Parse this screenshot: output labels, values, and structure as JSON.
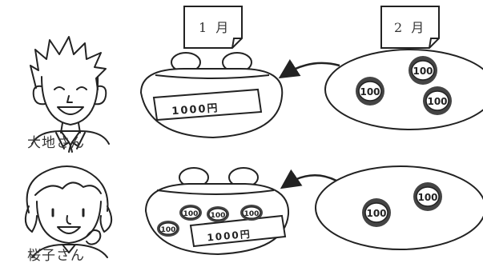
{
  "months": {
    "january": "1 月",
    "february": "2 月"
  },
  "people": {
    "top_name": "大地さん",
    "bottom_name": "桜子さん"
  },
  "coins": {
    "value": "100"
  },
  "note": {
    "value": "1000円"
  }
}
